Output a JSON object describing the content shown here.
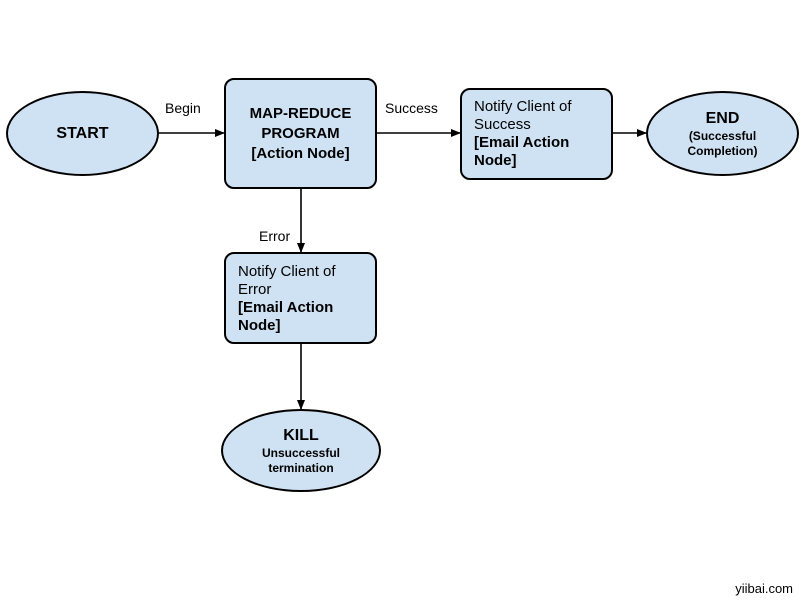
{
  "nodes": {
    "start": {
      "title": "START"
    },
    "map_reduce": {
      "line1": "MAP-REDUCE",
      "line2": "PROGRAM",
      "line3": "[Action Node]"
    },
    "notify_success": {
      "line1": "Notify Client of",
      "line2": "Success",
      "line3": "[Email Action",
      "line4": "Node]"
    },
    "end": {
      "title": "END",
      "sub1": "(Successful",
      "sub2": "Completion)"
    },
    "notify_error": {
      "line1": "Notify Client of",
      "line2": "Error",
      "line3": "[Email Action",
      "line4": "Node]"
    },
    "kill": {
      "title": "KILL",
      "sub1": "Unsuccessful",
      "sub2": "termination"
    }
  },
  "edges": {
    "begin": "Begin",
    "success": "Success",
    "error": "Error"
  },
  "watermark": "yiibai.com",
  "colors": {
    "node_fill": "#cfe2f3",
    "stroke": "#000000"
  }
}
